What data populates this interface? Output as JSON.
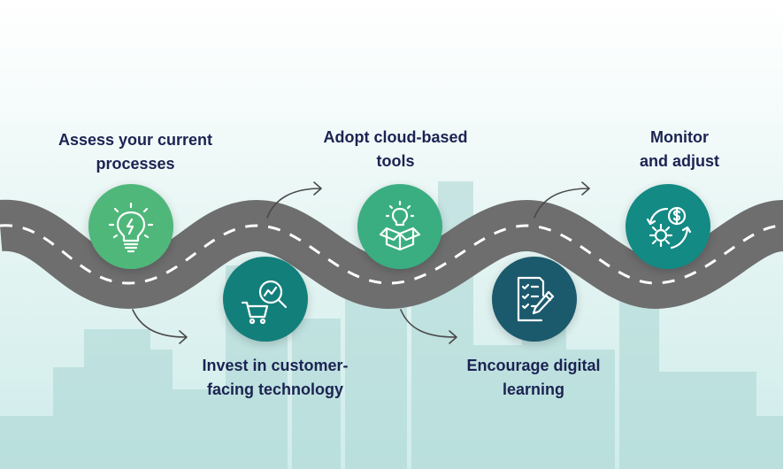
{
  "steps": [
    {
      "line1": "Assess your current",
      "line2": "processes",
      "icon": "lightbulb-icon",
      "color": "#4fb77a"
    },
    {
      "line1": "Invest in customer-",
      "line2": "facing technology",
      "icon": "cart-analytics-icon",
      "color": "#137f7b"
    },
    {
      "line1": "Adopt cloud-based",
      "line2": "tools",
      "icon": "open-box-idea-icon",
      "color": "#3aae81"
    },
    {
      "line1": "Encourage digital",
      "line2": "learning",
      "icon": "checklist-pencil-icon",
      "color": "#1b5a6c"
    },
    {
      "line1": "Monitor",
      "line2": "and adjust",
      "icon": "dollar-cycle-gear-icon",
      "color": "#138a84"
    }
  ],
  "colors": {
    "road": "#6e6e6e",
    "road_dash": "#ffffff",
    "arrow": "#4a4a4a",
    "label": "#1b2352",
    "skyline": "#a9d6d3"
  }
}
